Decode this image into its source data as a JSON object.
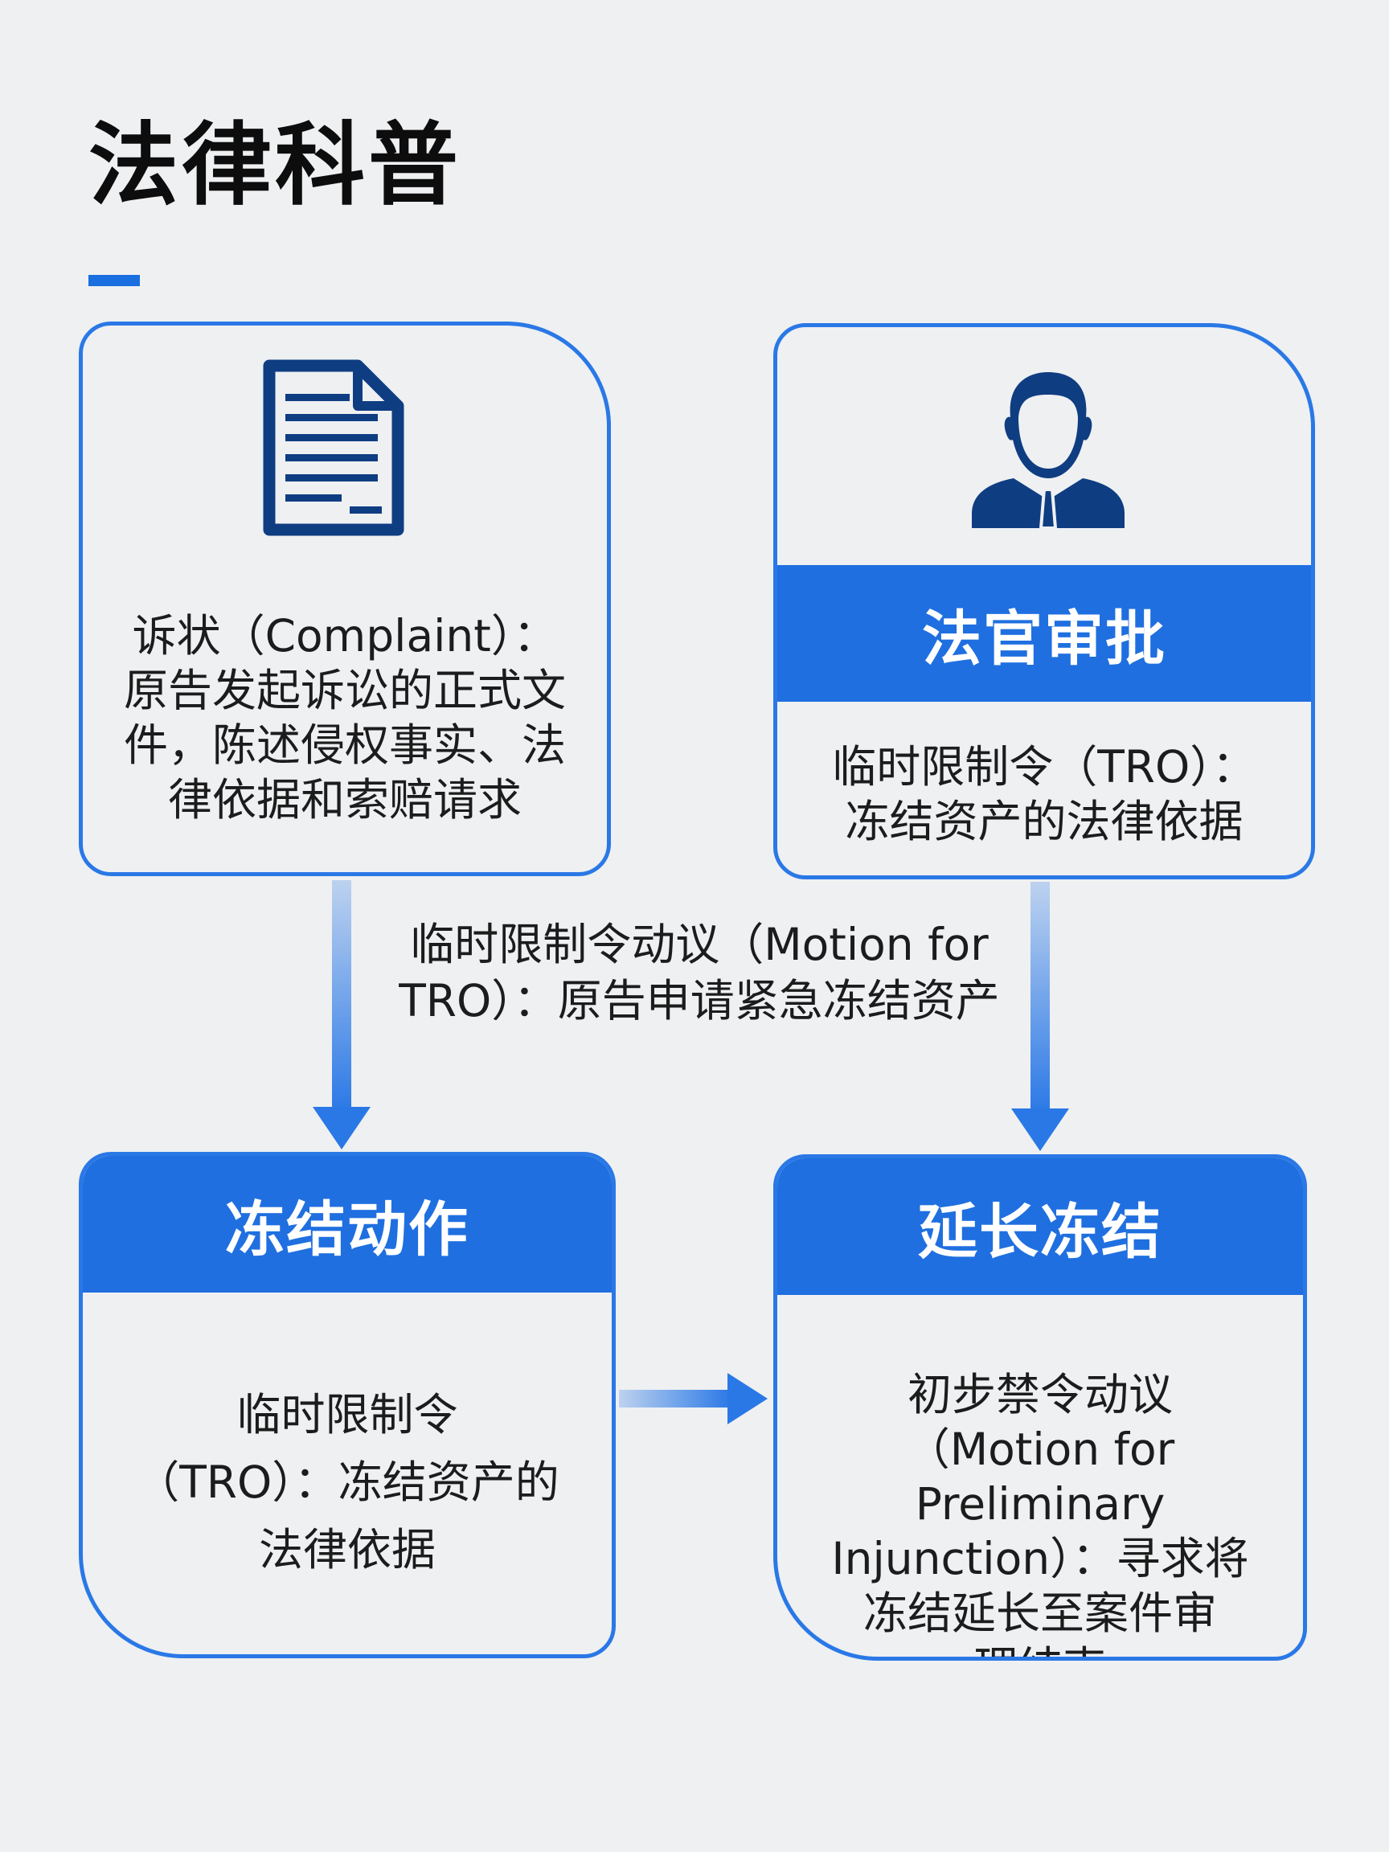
{
  "title": "法律科普",
  "boxes": {
    "complaint": {
      "icon": "document-icon",
      "lines": [
        "诉状（Complaint）：",
        "原告发起诉讼的正式文",
        "件，陈述侵权事实、法",
        "律依据和索赔请求"
      ]
    },
    "judge": {
      "icon": "judge-icon",
      "header": "法官审批",
      "lines": [
        "临时限制令（TRO）：",
        "冻结资产的法律依据"
      ]
    },
    "freeze": {
      "header": "冻结动作",
      "lines": [
        "临时限制令",
        "（TRO）：冻结资产的",
        "法律依据"
      ]
    },
    "extend": {
      "header": "延长冻结",
      "lines": [
        "初步禁令动议",
        "（Motion for Preliminary",
        "Injunction）：寻求将",
        "冻结延长至案件审",
        "理结束"
      ]
    }
  },
  "motion_label": {
    "lines": [
      "临时限制令动议（Motion for",
      "TRO）：原告申请紧急冻结资产"
    ]
  },
  "colors": {
    "accent": "#1f6fe0",
    "border": "#2a78e6",
    "icon": "#0f3d82",
    "background": "#eef0f2"
  }
}
